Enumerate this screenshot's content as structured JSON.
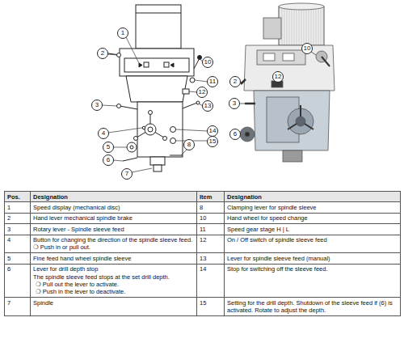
{
  "diagram": {
    "nodes": [
      {
        "text": [
          "1"
        ]
      },
      {
        "text": [
          "2"
        ]
      },
      {
        "text": [
          "10"
        ]
      },
      {
        "text": [
          "11"
        ]
      },
      {
        "text": [
          "12"
        ]
      },
      {
        "text": [
          "3"
        ]
      },
      {
        "text": [
          "13"
        ]
      },
      {
        "text": [
          "4"
        ]
      },
      {
        "text": [
          "14"
        ]
      },
      {
        "text": [
          "5"
        ]
      },
      {
        "text": [
          "15"
        ]
      },
      {
        "text": [
          "6"
        ]
      },
      {
        "text": [
          "8"
        ]
      },
      {
        "text": [
          "7"
        ]
      },
      {
        "text": [
          "10"
        ]
      },
      {
        "text": [
          "2"
        ]
      },
      {
        "text": [
          "12"
        ]
      },
      {
        "text": [
          "3"
        ]
      },
      {
        "text": [
          "6"
        ]
      }
    ],
    "labels": [
      "Pos.",
      "Designation",
      "Item",
      "Designation",
      "1",
      "Speed display (mechanical disc)",
      "8",
      "Clamping lever for spindle sleeve",
      "2",
      "Hand lever mechanical spindle brake",
      "10",
      "Hand wheel for speed change",
      "3",
      "Rotary lever - Spindle sleeve feed",
      "11",
      "Speed gear stage H | L",
      "4",
      "Button for changing the direction of the spindle sleeve feed.",
      "❍ Push in or pull out.",
      "12",
      "On / Off switch of spindle sleeve feed",
      "5",
      "Fine feed hand wheel spindle sleeve",
      "13",
      "Lever for spindle sleeve feed (manual)",
      "6",
      "Lever for drill depth stop",
      "The spindle sleeve feed stops at the set drill depth.",
      "❍ Pull out the lever to activate.",
      "❍ Push in the lever to deactivate.",
      "14",
      "Stop for switching off the sleeve feed.",
      "7",
      "Spindle",
      "15",
      "Setting for the drill depth. Shutdown of the sleeve feed if (6) is activated. Rotate to adjust the depth."
    ]
  }
}
